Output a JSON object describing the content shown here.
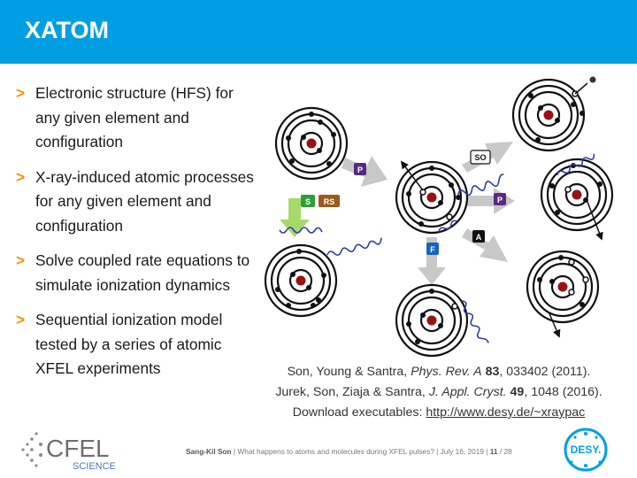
{
  "slide": {
    "title": "XATOM"
  },
  "bullets": [
    {
      "marker": ">",
      "text": "Electronic structure (HFS) for any given element and configuration"
    },
    {
      "marker": ">",
      "text": "X-ray-induced atomic processes for any given element and configuration"
    },
    {
      "marker": ">",
      "text": "Solve coupled rate equations to simulate ionization dynamics"
    },
    {
      "marker": ">",
      "text": "Sequential ionization model tested by a series of atomic XFEL experiments"
    }
  ],
  "refs": {
    "r1_authors": "Son, Young & Santra, ",
    "r1_journal": "Phys. Rev. A",
    "r1_vol": "83",
    "r1_rest": ", 033402 (2011).",
    "r2_authors": "Jurek, Son, Ziaja & Santra, ",
    "r2_journal": "J. Appl. Cryst.",
    "r2_vol": "49",
    "r2_rest": ", 1048 (2016).",
    "download_label": "Download executables: ",
    "download_link": "http://www.desy.de/~xraypac"
  },
  "diagram": {
    "labels": {
      "p1": "P",
      "s": "S",
      "rs": "RS",
      "so": "SO",
      "p2": "P",
      "a": "A",
      "f": "F"
    },
    "colors": {
      "p": "#5a2a82",
      "s": "#2e9e3a",
      "rs": "#9a5a1a",
      "so": "#ffffff",
      "a": "#111111",
      "f": "#1565c0",
      "nucleus": "#9b1010",
      "photon": "#2b3f9e",
      "arrow_gray": "#c8c8c8",
      "arrow_green": "#a6d96a"
    }
  },
  "footer": {
    "presenter": "Sang-Kil Son",
    "sep1": " | ",
    "talk": "What happens to atoms and molecules during XFEL pulses?",
    "sep2": " | ",
    "date": "July 16, 2019",
    "sep3": " | ",
    "page": "11",
    "slash": " / ",
    "total": "28"
  },
  "logos": {
    "cfel": "CFEL",
    "cfel_sub": "SCIENCE",
    "desy": "DESY."
  }
}
